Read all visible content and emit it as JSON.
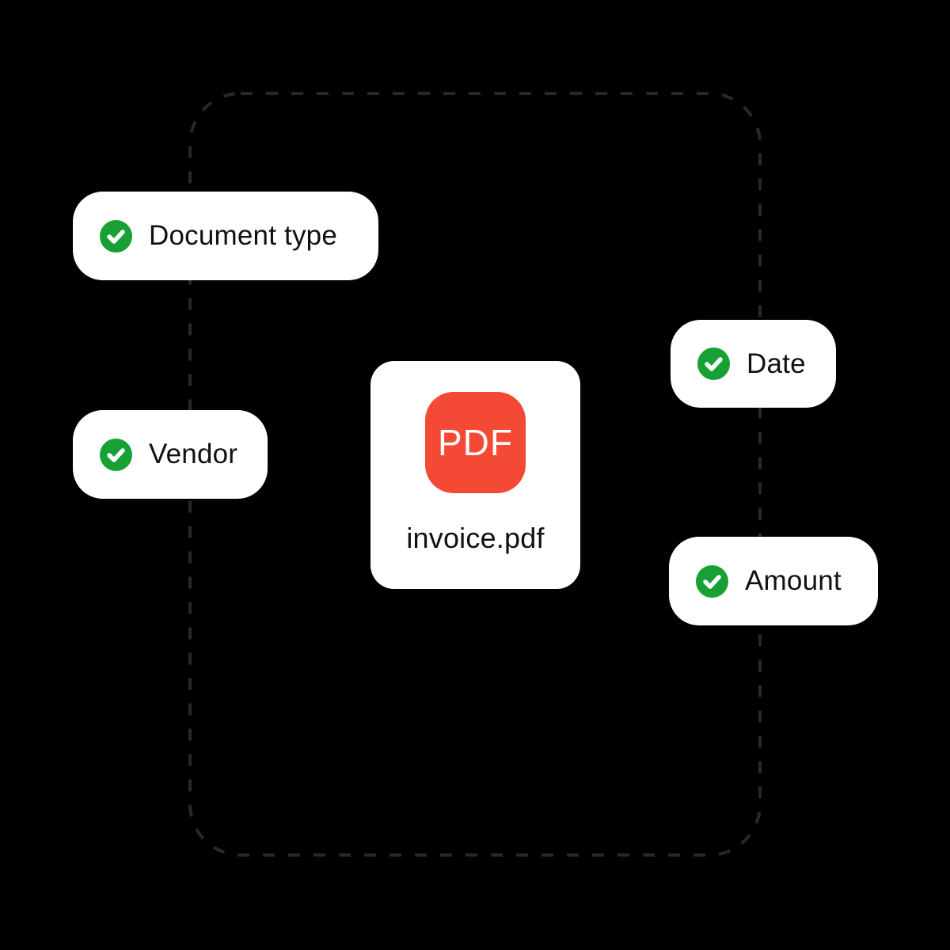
{
  "canvas": {
    "background_color": "#000000",
    "dashed_frame_color": "#282828"
  },
  "document_card": {
    "icon_label": "PDF",
    "icon_color": "#F44A35",
    "file_name": "invoice.pdf"
  },
  "field_chips": [
    {
      "id": "document-type",
      "label": "Document type",
      "status": "checked"
    },
    {
      "id": "vendor",
      "label": "Vendor",
      "status": "checked"
    },
    {
      "id": "date",
      "label": "Date",
      "status": "checked"
    },
    {
      "id": "amount",
      "label": "Amount",
      "status": "checked"
    }
  ],
  "colors": {
    "check_green": "#18A035",
    "check_mark": "#FFFFFF",
    "chip_background": "#FFFFFF",
    "chip_text": "#111111"
  }
}
